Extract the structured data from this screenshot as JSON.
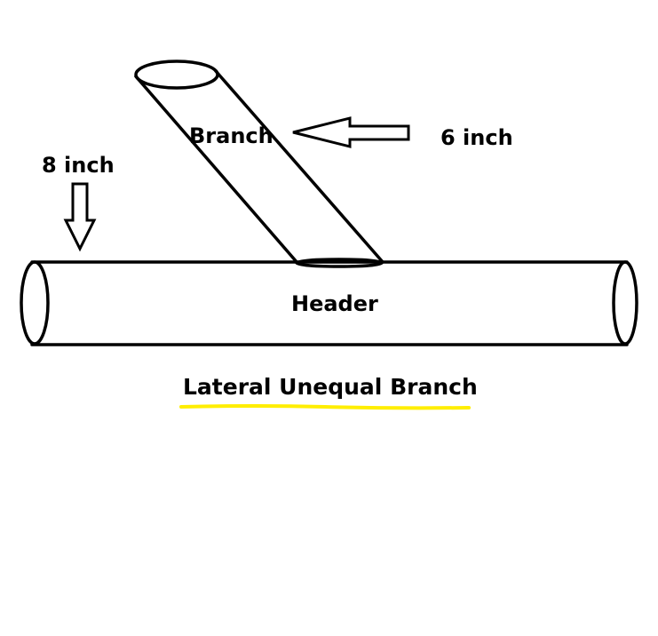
{
  "diagram": {
    "title": "Lateral Unequal Branch",
    "labels": {
      "branch": "Branch",
      "header": "Header",
      "branch_size": "6 inch",
      "header_size": "8 inch"
    }
  },
  "colors": {
    "line": "#000000",
    "background": "#ffffff",
    "title_underline": "#ffee00"
  }
}
